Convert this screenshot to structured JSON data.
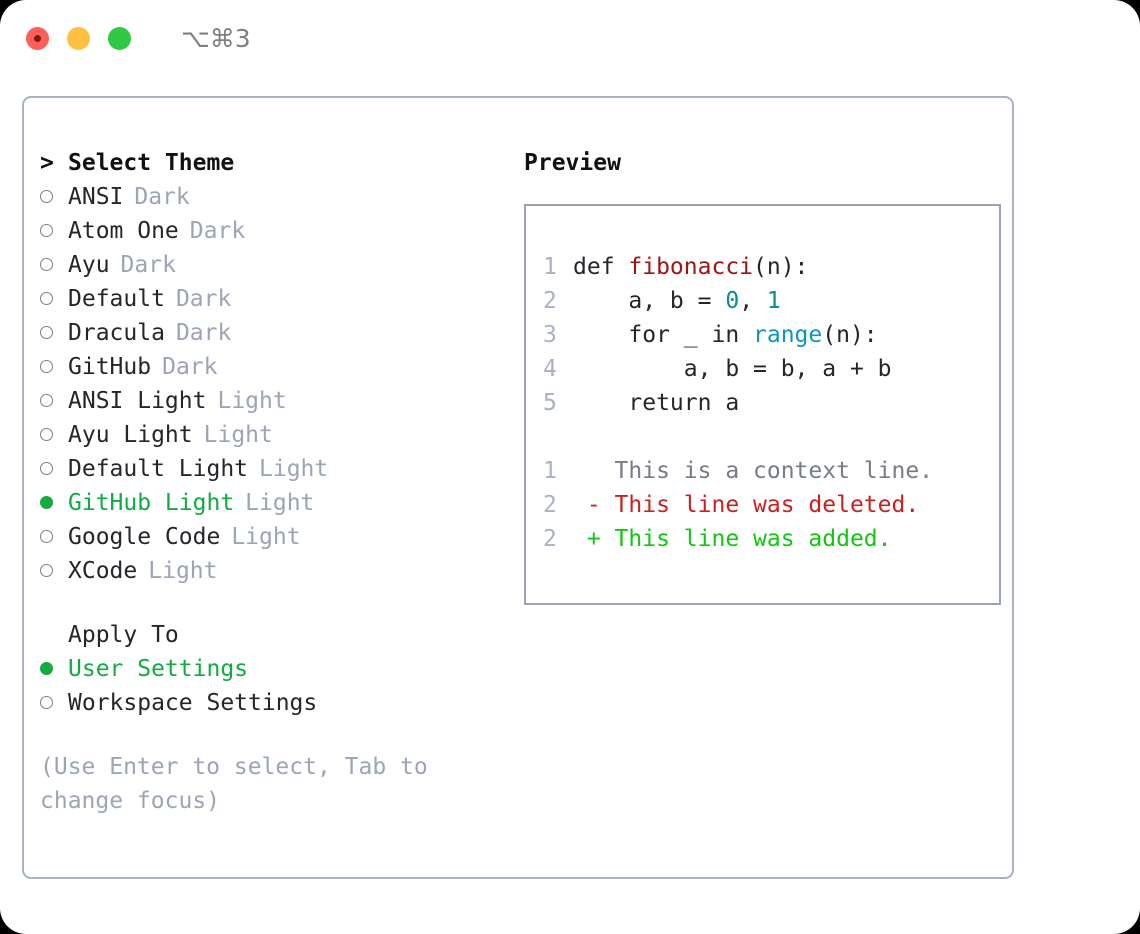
{
  "window": {
    "title": "⌥⌘3",
    "traffic_lights": [
      "close-red",
      "minimize-yellow",
      "maximize-green"
    ]
  },
  "theme_selector": {
    "heading": "Select Theme",
    "heading_marker": ">",
    "items": [
      {
        "name": "ANSI",
        "variant": "Dark",
        "selected": false
      },
      {
        "name": "Atom One",
        "variant": "Dark",
        "selected": false
      },
      {
        "name": "Ayu",
        "variant": "Dark",
        "selected": false
      },
      {
        "name": "Default",
        "variant": "Dark",
        "selected": false
      },
      {
        "name": "Dracula",
        "variant": "Dark",
        "selected": false
      },
      {
        "name": "GitHub",
        "variant": "Dark",
        "selected": false
      },
      {
        "name": "ANSI Light",
        "variant": "Light",
        "selected": false
      },
      {
        "name": "Ayu Light",
        "variant": "Light",
        "selected": false
      },
      {
        "name": "Default Light",
        "variant": "Light",
        "selected": false
      },
      {
        "name": "GitHub Light",
        "variant": "Light",
        "selected": true
      },
      {
        "name": "Google Code",
        "variant": "Light",
        "selected": false
      },
      {
        "name": "XCode",
        "variant": "Light",
        "selected": false
      }
    ]
  },
  "apply_to": {
    "title": "Apply To",
    "options": [
      {
        "label": "User Settings",
        "selected": true
      },
      {
        "label": "Workspace Settings",
        "selected": false
      }
    ]
  },
  "hint": "(Use Enter to select, Tab to change focus)",
  "preview": {
    "title": "Preview",
    "code_lines": [
      {
        "num": "1",
        "tokens": [
          {
            "t": "def ",
            "c": "tok-def"
          },
          {
            "t": "fibonacci",
            "c": "tok-func"
          },
          {
            "t": "(n):",
            "c": "tok-plain"
          }
        ]
      },
      {
        "num": "2",
        "tokens": [
          {
            "t": "    a, b = ",
            "c": "tok-plain"
          },
          {
            "t": "0",
            "c": "tok-num"
          },
          {
            "t": ", ",
            "c": "tok-plain"
          },
          {
            "t": "1",
            "c": "tok-num"
          }
        ]
      },
      {
        "num": "3",
        "tokens": [
          {
            "t": "    for _ in ",
            "c": "tok-plain"
          },
          {
            "t": "range",
            "c": "tok-builtin"
          },
          {
            "t": "(n):",
            "c": "tok-plain"
          }
        ]
      },
      {
        "num": "4",
        "tokens": [
          {
            "t": "        a, b = b, a + b",
            "c": "tok-plain"
          }
        ]
      },
      {
        "num": "5",
        "tokens": [
          {
            "t": "    return a",
            "c": "tok-plain"
          }
        ]
      }
    ],
    "diff_lines": [
      {
        "num": "1",
        "sign": "  ",
        "text": "This is a context line.",
        "cls": "diff-ctx"
      },
      {
        "num": "2",
        "sign": "- ",
        "text": "This line was deleted.",
        "cls": "diff-del"
      },
      {
        "num": "2",
        "sign": "+ ",
        "text": "This line was added.",
        "cls": "diff-add"
      }
    ]
  },
  "colors": {
    "accent_green": "#13aa41",
    "diff_add": "#10c810",
    "diff_delete": "#c92121",
    "muted": "#9ba5b5",
    "border": "#a9b2c0",
    "function_red": "#a11414",
    "number_teal": "#0e8b8b",
    "builtin_blue": "#0f93c2"
  }
}
